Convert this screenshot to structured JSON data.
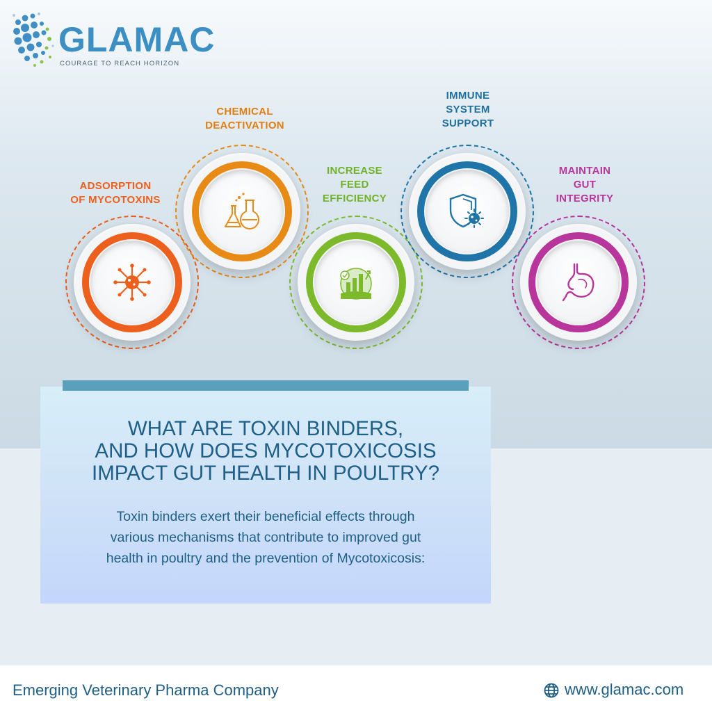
{
  "brand": {
    "name": "GLAMAC",
    "tagline": "COURAGE TO REACH HORIZON"
  },
  "mechanisms": [
    {
      "label_lines": [
        "ADSORPTION",
        "OF MYCOTOXINS"
      ],
      "color": "#ec5f1c",
      "icon": "virus-icon"
    },
    {
      "label_lines": [
        "CHEMICAL",
        "DEACTIVATION"
      ],
      "color": "#e88a16",
      "icon": "flask-icon"
    },
    {
      "label_lines": [
        "INCREASE",
        "FEED",
        "EFFICIENCY"
      ],
      "color": "#7cba2c",
      "icon": "feed-efficiency-icon"
    },
    {
      "label_lines": [
        "IMMUNE",
        "SYSTEM",
        "SUPPORT"
      ],
      "color": "#1f75a8",
      "icon": "shield-virus-icon"
    },
    {
      "label_lines": [
        "MAINTAIN",
        "GUT",
        "INTEGRITY"
      ],
      "color": "#b8359c",
      "icon": "stomach-icon"
    }
  ],
  "info": {
    "title_lines": [
      "WHAT ARE TOXIN BINDERS,",
      "AND HOW DOES MYCOTOXICOSIS",
      "IMPACT GUT HEALTH IN POULTRY?"
    ],
    "body_lines": [
      "Toxin binders exert their beneficial effects through",
      "various mechanisms that contribute to improved gut",
      "health in poultry and the prevention of Mycotoxicosis:"
    ]
  },
  "footer": {
    "company": "Emerging Veterinary Pharma Company",
    "website": "www.glamac.com",
    "website_icon": "globe-icon"
  }
}
